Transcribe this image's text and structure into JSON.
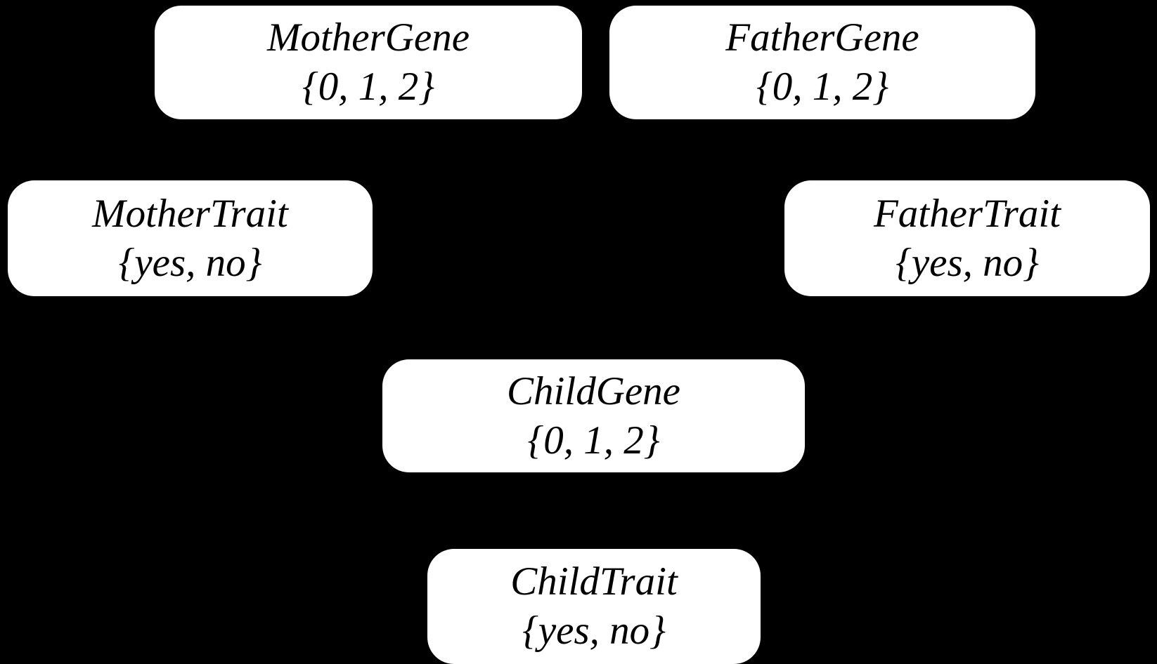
{
  "diagram": {
    "type": "bayesian-network",
    "background_color": "#000000",
    "node_fill_color": "#ffffff",
    "node_text_color": "#000000",
    "nodes": [
      {
        "id": "mother-gene",
        "label": "MotherGene",
        "domain": "{0, 1, 2}"
      },
      {
        "id": "father-gene",
        "label": "FatherGene",
        "domain": "{0, 1, 2}"
      },
      {
        "id": "mother-trait",
        "label": "MotherTrait",
        "domain": "{yes, no}"
      },
      {
        "id": "father-trait",
        "label": "FatherTrait",
        "domain": "{yes, no}"
      },
      {
        "id": "child-gene",
        "label": "ChildGene",
        "domain": "{0, 1, 2}"
      },
      {
        "id": "child-trait",
        "label": "ChildTrait",
        "domain": "{yes, no}"
      }
    ]
  }
}
